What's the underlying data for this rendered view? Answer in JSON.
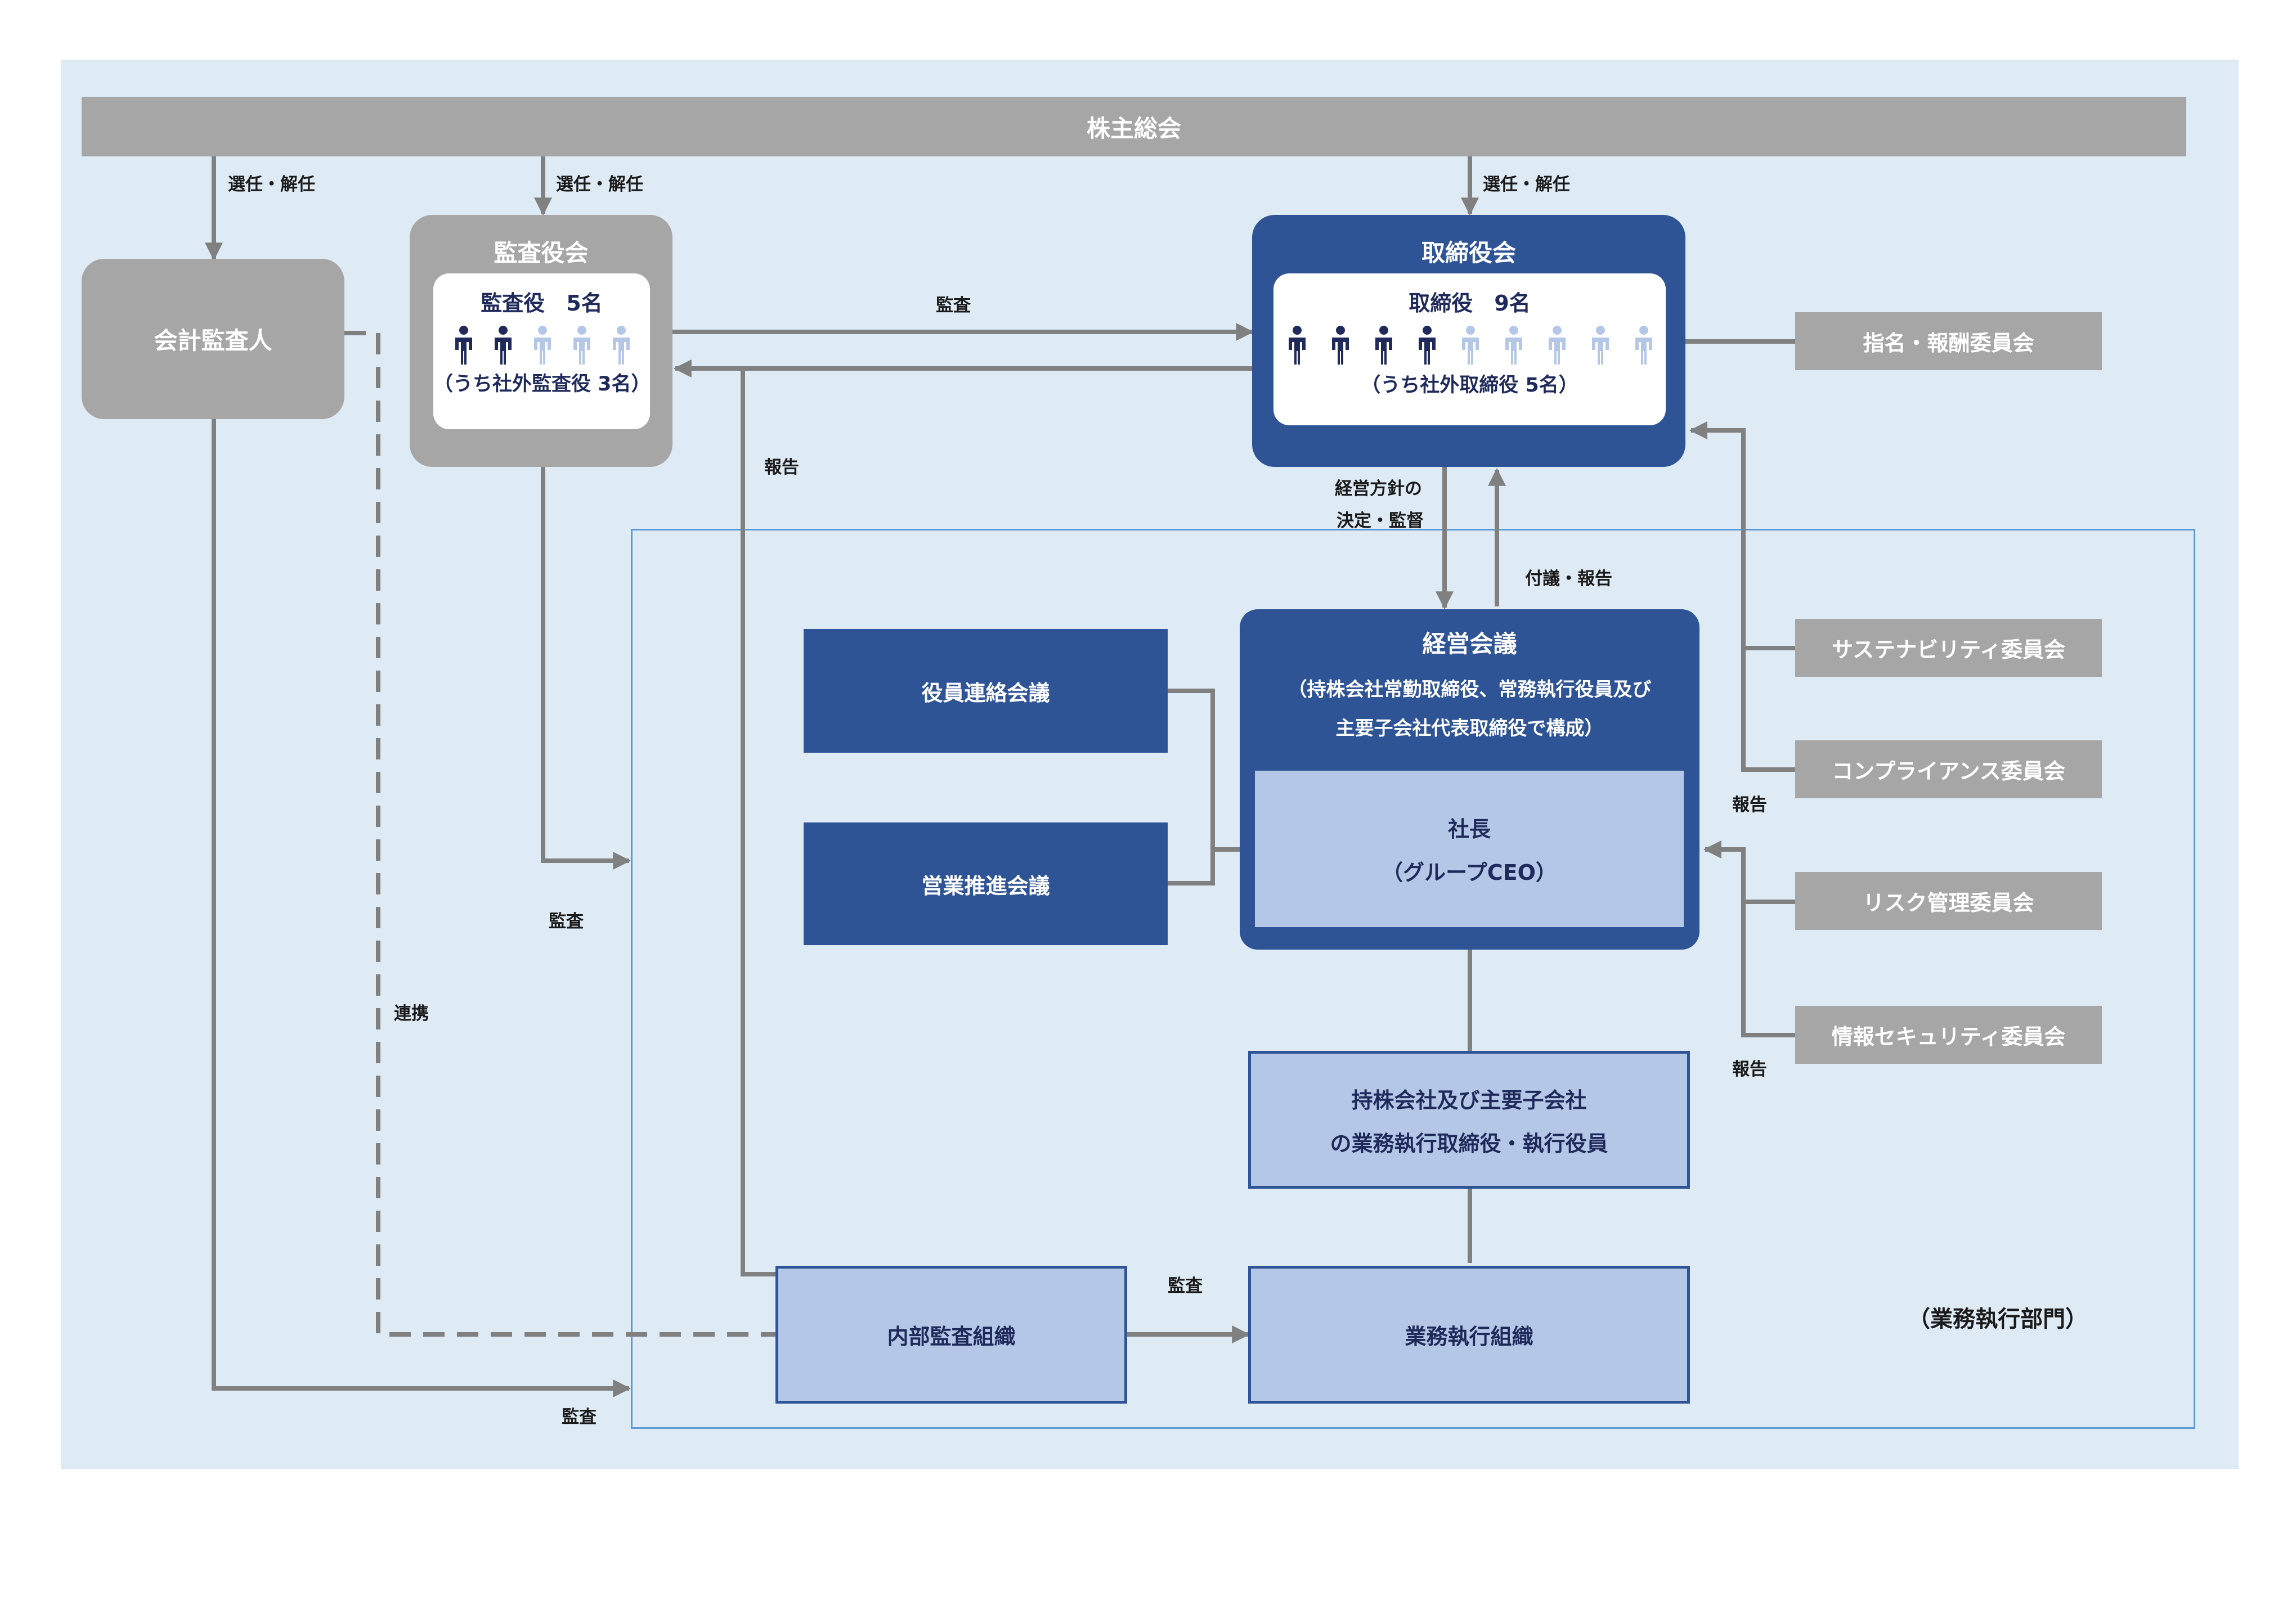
{
  "shareholders": {
    "label": "株主総会"
  },
  "auditor": {
    "label": "会計監査人"
  },
  "audit_board": {
    "title": "監査役会",
    "count_label": "監査役　5名",
    "outside_label": "（うち社外監査役 3名）",
    "total": 5,
    "outside": 3
  },
  "board": {
    "title": "取締役会",
    "count_label": "取締役　9名",
    "outside_label": "（うち社外取締役 5名）",
    "total": 9,
    "outside": 5
  },
  "committees": {
    "nomination": "指名・報酬委員会",
    "sustainability": "サステナビリティ委員会",
    "compliance": "コンプライアンス委員会",
    "risk": "リスク管理委員会",
    "infosec": "情報セキュリティ委員会"
  },
  "management_meeting": {
    "title": "経営会議",
    "desc_line1": "（持株会社常勤取締役、常務執行役員及び",
    "desc_line2": "主要子会社代表取締役で構成）"
  },
  "president": {
    "line1": "社長",
    "line2": "（グループCEO）"
  },
  "officer_meeting": "役員連絡会議",
  "sales_meeting": "営業推進会議",
  "executives": {
    "line1": "持株会社及び主要子会社",
    "line2": "の業務執行取締役・執行役員"
  },
  "internal_audit": "内部監査組織",
  "operations": "業務執行組織",
  "exec_section": "（業務執行部門）",
  "edge_labels": {
    "appoint_1": "選任・解任",
    "appoint_2": "選任・解任",
    "appoint_3": "選任・解任",
    "audit_board_to_board": "監査",
    "report_to_audit_board": "報告",
    "policy_1": "経営方針の",
    "policy_2": "決定・監督",
    "proposal": "付議・報告",
    "report_sustain": "報告",
    "report_risk": "報告",
    "audit_exec": "監査",
    "link": "連携",
    "audit_internal": "監査",
    "audit_accountant": "監査"
  },
  "colors": {
    "background": "#deeaf4",
    "gray": "#a6a6a6",
    "navy": "#2f5496",
    "light_blue": "#b4c7e7",
    "line": "#808080",
    "outside_person": "#b4c7e7",
    "inside_person": "#1f2a5a"
  }
}
